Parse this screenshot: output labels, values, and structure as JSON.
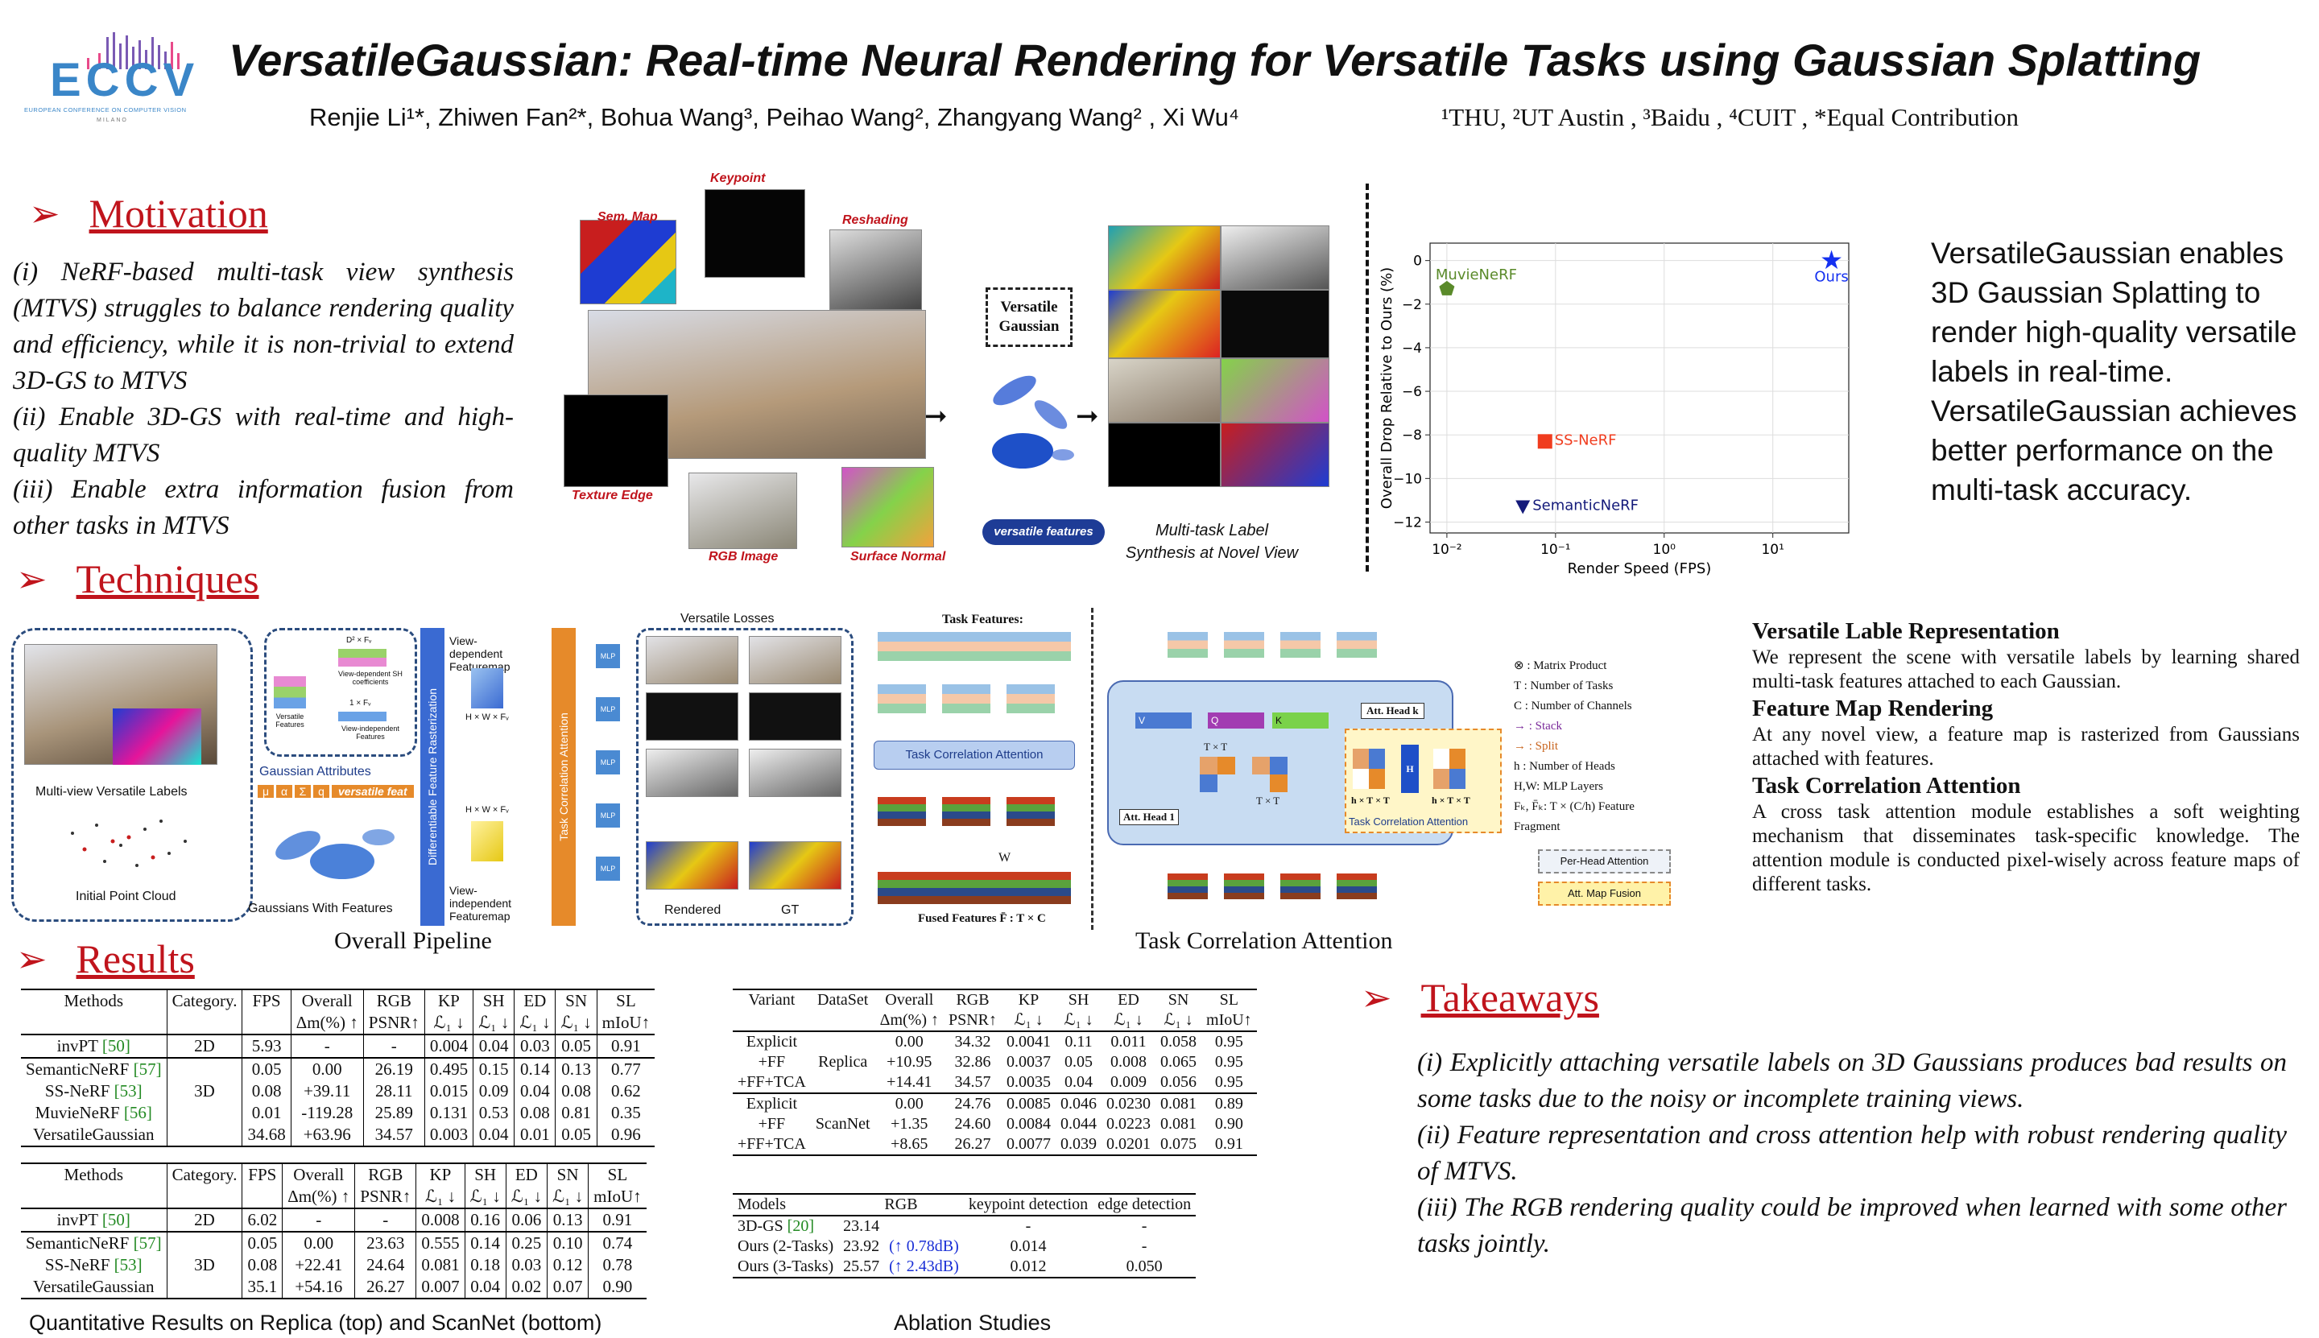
{
  "header": {
    "logo_title": "ECCV",
    "logo_subtitle": "EUROPEAN CONFERENCE ON COMPUTER VISION",
    "logo_city": "MILANO",
    "title": "VersatileGaussian: Real-time Neural Rendering for Versatile Tasks using Gaussian Splatting",
    "authors": "Renjie Li¹*, Zhiwen Fan²*, Bohua Wang³, Peihao Wang², Zhangyang Wang² , Xi Wu⁴",
    "affiliations": "¹THU, ²UT Austin , ³Baidu , ⁴CUIT , *Equal Contribution"
  },
  "motivation": {
    "heading": "Motivation",
    "lines": [
      "(i) NeRF-based multi-task view synthesis (MTVS) struggles to balance rendering quality and efficiency, while it is non-trivial to extend 3D-GS to MTVS",
      "(ii) Enable 3D-GS with real-time and high-quality MTVS",
      "(iii) Enable extra information fusion from other tasks in MTVS"
    ]
  },
  "teaser": {
    "labels": [
      "Keypoint",
      "Sem. Map",
      "Reshading",
      "Texture Edge",
      "RGB Image",
      "Surface Normal"
    ],
    "box_title": "Versatile Gaussian",
    "features_label": "versatile features",
    "caption": "Multi-task Label Synthesis at Novel View"
  },
  "scatter": {
    "colors": {
      "MuvieNeRF": "#5a8a2a",
      "SS-NeRF": "#f03c1e",
      "SemanticNeRF": "#141a7a",
      "Ours": "#1430f0"
    }
  },
  "summary": "VersatileGaussian enables 3D Gaussian Splatting to render high-quality versatile labels in real-time. VersatileGaussian achieves better performance on the multi-task accuracy.",
  "techniques": {
    "heading": "Techniques",
    "pipeline": {
      "multi_view_label": "Multi-view Versatile Labels",
      "init_cloud_label": "Initial Point Cloud",
      "gaussians_label": "Gaussians With Features",
      "attributes_label": "Gaussian Attributes",
      "attr_tokens": [
        "μ",
        "α",
        "Σ",
        "q"
      ],
      "versatile_feat": "versatile feat",
      "versatile_features": "Versatile Features",
      "sh_dim": "D² × Fᵥ",
      "sh_label": "View-dependent SH coefficients",
      "vi_dim": "1 × Fᵥ",
      "vi_label": "View-independent Features",
      "rasterization": "Differentiable Feature Rasterization",
      "vd_map": "View-dependent Featuremap",
      "vd_dim": "H × W × Fᵥ",
      "vi_map": "View-independent Featuremap",
      "vi_map_dim": "H × W × Fᵥ",
      "tca": "Task Correlation Attention",
      "mlp": "MLP",
      "losses": "Versatile Losses",
      "rendered": "Rendered",
      "gt": "GT",
      "caption": "Overall Pipeline"
    },
    "tca": {
      "task_features": "Task Features:",
      "module": "Task Correlation Attention",
      "fused": "Fused Features F̄ : T × C",
      "w": "W",
      "caption": "Task Correlation Attention",
      "att_head_1": "Att. Head 1",
      "att_head_k": "Att. Head k",
      "v": "V",
      "q": "Q",
      "k": "K",
      "txt": "T × T",
      "h": "H",
      "hxtxt": "h × T × T",
      "legend": [
        "⊗ : Matrix Product",
        "T : Number of Tasks",
        "C : Number of Channels",
        "→ : Stack",
        "→ : Split",
        "h : Number of Heads",
        "H,W: MLP Layers",
        "Fₖ, F̄ₖ: T × (C/h) Feature Fragment"
      ],
      "per_head": "Per-Head Attention",
      "fusion": "Att. Map Fusion"
    }
  },
  "description": [
    {
      "title": "Versatile Lable Representation",
      "text": "We represent the scene with versatile labels by learning shared multi-task features attached to each Gaussian."
    },
    {
      "title": "Feature Map Rendering",
      "text": "At any novel view, a feature map is rasterized from Gaussians attached with features."
    },
    {
      "title": "Task Correlation Attention",
      "text": "A cross task attention module establishes a soft weighting mechanism that disseminates task-specific knowledge. The attention module is conducted pixel-wisely across feature maps of different tasks."
    }
  ],
  "results": {
    "heading": "Results",
    "head1": [
      "Methods",
      "Category.",
      "FPS",
      "Overall",
      "RGB",
      "KP",
      "SH",
      "ED",
      "SN",
      "SL"
    ],
    "head2": [
      "",
      "",
      "",
      "Δm(%) ↑",
      "PSNR↑",
      "ℒ₁ ↓",
      "ℒ₁ ↓",
      "ℒ₁ ↓",
      "ℒ₁ ↓",
      "mIoU↑"
    ],
    "replica": [
      [
        "invPT [50]",
        "2D",
        "5.93",
        "-",
        "-",
        "0.004",
        "0.04",
        "0.03",
        "0.05",
        "0.91"
      ],
      [
        "SemanticNeRF [57]",
        "",
        "0.05",
        "0.00",
        "26.19",
        "0.495",
        "0.15",
        "0.14",
        "0.13",
        "0.77"
      ],
      [
        "SS-NeRF [53]",
        "3D",
        "0.08",
        "+39.11",
        "28.11",
        "0.015",
        "0.09",
        "0.04",
        "0.08",
        "0.62"
      ],
      [
        "MuvieNeRF [56]",
        "",
        "0.01",
        "-119.28",
        "25.89",
        "0.131",
        "0.53",
        "0.08",
        "0.81",
        "0.35"
      ],
      [
        "VersatileGaussian",
        "",
        "34.68",
        "+63.96",
        "34.57",
        "0.003",
        "0.04",
        "0.01",
        "0.05",
        "0.96"
      ]
    ],
    "scannet": [
      [
        "invPT [50]",
        "2D",
        "6.02",
        "-",
        "-",
        "0.008",
        "0.16",
        "0.06",
        "0.13",
        "0.91"
      ],
      [
        "SemanticNeRF [57]",
        "",
        "0.05",
        "0.00",
        "23.63",
        "0.555",
        "0.14",
        "0.25",
        "0.10",
        "0.74"
      ],
      [
        "SS-NeRF [53]",
        "3D",
        "0.08",
        "+22.41",
        "24.64",
        "0.081",
        "0.18",
        "0.03",
        "0.12",
        "0.78"
      ],
      [
        "VersatileGaussian",
        "",
        "35.1",
        "+54.16",
        "26.27",
        "0.007",
        "0.04",
        "0.02",
        "0.07",
        "0.90"
      ]
    ],
    "caption_left": "Quantitative Results on Replica (top) and ScanNet (bottom)",
    "abl_head1": [
      "Variant",
      "DataSet",
      "Overall",
      "RGB",
      "KP",
      "SH",
      "ED",
      "SN",
      "SL"
    ],
    "abl_head2": [
      "",
      "",
      "Δm(%) ↑",
      "PSNR↑",
      "ℒ₁ ↓",
      "ℒ₁ ↓",
      "ℒ₁ ↓",
      "ℒ₁ ↓",
      "mIoU↑"
    ],
    "abl_replica": [
      [
        "Explicit",
        "",
        "0.00",
        "34.32",
        "0.0041",
        "0.11",
        "0.011",
        "0.058",
        "0.95"
      ],
      [
        "+FF",
        "Replica",
        "+10.95",
        "32.86",
        "0.0037",
        "0.05",
        "0.008",
        "0.065",
        "0.95"
      ],
      [
        "+FF+TCA",
        "",
        "+14.41",
        "34.57",
        "0.0035",
        "0.04",
        "0.009",
        "0.056",
        "0.95"
      ]
    ],
    "abl_scannet": [
      [
        "Explicit",
        "",
        "0.00",
        "24.76",
        "0.0085",
        "0.046",
        "0.0230",
        "0.081",
        "0.89"
      ],
      [
        "+FF",
        "ScanNet",
        "+1.35",
        "24.60",
        "0.0084",
        "0.044",
        "0.0223",
        "0.081",
        "0.90"
      ],
      [
        "+FF+TCA",
        "",
        "+8.65",
        "26.27",
        "0.0077",
        "0.039",
        "0.0201",
        "0.075",
        "0.91"
      ]
    ],
    "models_head": [
      "Models",
      "RGB",
      "keypoint detection",
      "edge detection"
    ],
    "models": [
      [
        "3D-GS [20]",
        "23.14",
        "",
        "-",
        "-"
      ],
      [
        "Ours (2-Tasks)",
        "23.92",
        "(↑ 0.78dB)",
        "0.014",
        "-"
      ],
      [
        "Ours (3-Tasks)",
        "25.57",
        "(↑ 2.43dB)",
        "0.012",
        "0.050"
      ]
    ],
    "caption_right": "Ablation Studies"
  },
  "takeaways": {
    "heading": "Takeaways",
    "lines": [
      "(i) Explicitly attaching versatile labels on 3D Gaussians produces bad results on some tasks due to the noisy or incomplete training views.",
      "(ii) Feature representation and cross attention help with robust rendering quality of MTVS.",
      "(iii) The RGB rendering quality could be improved when learned with some other tasks jointly."
    ]
  },
  "chart_data": {
    "type": "scatter",
    "title": "",
    "xlabel": "Render Speed (FPS)",
    "ylabel": "Overall Drop Relative to Ours (%)",
    "xscale": "log",
    "xlim": [
      0.007,
      50
    ],
    "ylim": [
      -12.5,
      0.8
    ],
    "xticks": [
      "10⁻²",
      "10⁻¹",
      "10⁰",
      "10¹"
    ],
    "yticks": [
      0,
      -2,
      -4,
      -6,
      -8,
      -10,
      -12
    ],
    "grid": true,
    "points": [
      {
        "label": "MuvieNeRF",
        "x": 0.01,
        "y": -1.3,
        "marker": "pentagon"
      },
      {
        "label": "SS-NeRF",
        "x": 0.08,
        "y": -8.3,
        "marker": "square"
      },
      {
        "label": "SemanticNeRF",
        "x": 0.05,
        "y": -11.3,
        "marker": "triangle"
      },
      {
        "label": "Ours",
        "x": 34.68,
        "y": 0,
        "marker": "star"
      }
    ]
  }
}
